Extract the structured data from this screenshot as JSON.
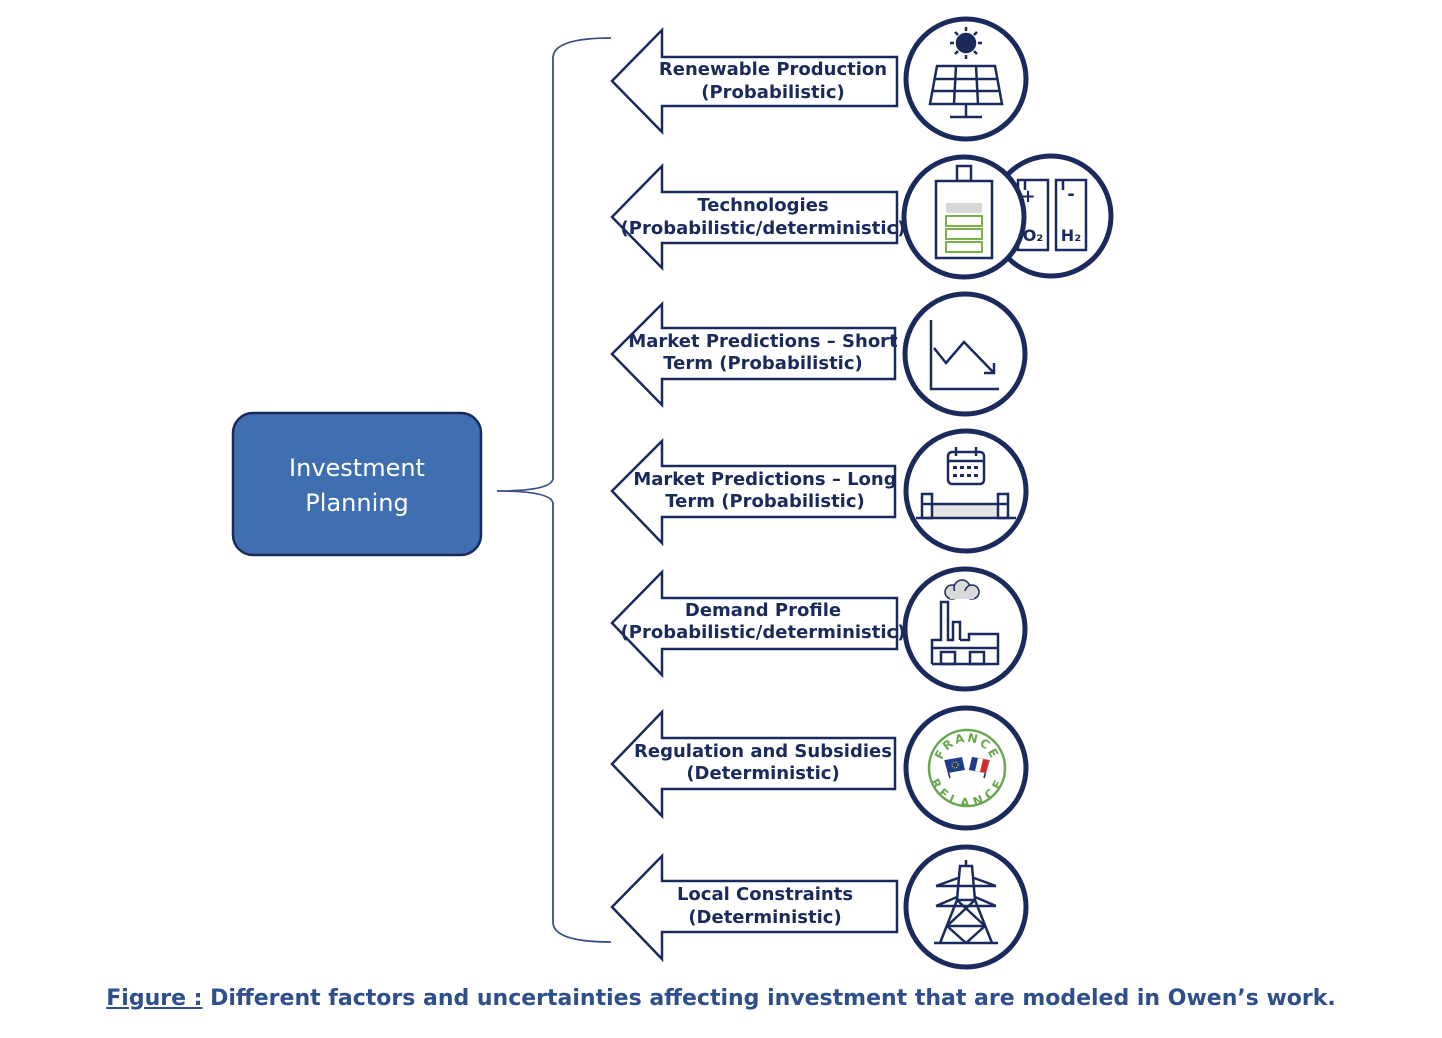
{
  "center": {
    "line1": "Investment",
    "line2": "Planning"
  },
  "factors": [
    {
      "line1": "Renewable Production",
      "line2": "(Probabilistic)",
      "icon": "solar-panel-icon"
    },
    {
      "line1": "Technologies",
      "line2": "(Probabilistic/deterministic)",
      "icon": "battery-electrolyzer-icon"
    },
    {
      "line1": "Market Predictions – Short",
      "line2": "Term (Probabilistic)",
      "icon": "declining-chart-icon"
    },
    {
      "line1": "Market Predictions – Long",
      "line2": "Term (Probabilistic)",
      "icon": "calendar-bridge-icon"
    },
    {
      "line1": "Demand Profile",
      "line2": "(Probabilistic/deterministic)",
      "icon": "factory-icon"
    },
    {
      "line1": "Regulation and Subsidies",
      "line2": "(Deterministic)",
      "icon": "france-relance-seal-icon"
    },
    {
      "line1": "Local Constraints",
      "line2": "(Deterministic)",
      "icon": "power-pylon-icon"
    }
  ],
  "icon_labels": {
    "o2": "O₂",
    "h2": "H₂",
    "plus": "+",
    "minus": "-",
    "seal_top": "FRANCE",
    "seal_bottom": "RELANCE"
  },
  "caption": {
    "label": "Figure :",
    "text": " Different factors and uncertainties affecting investment that are modeled in Owen’s work."
  },
  "colors": {
    "navy": "#1b2a5c",
    "box_fill": "#3f6fb0",
    "box_border": "#1b2a5c",
    "bracket": "#3a4f84",
    "caption": "#2e4f8c",
    "battery_green": "#7ab04a"
  }
}
